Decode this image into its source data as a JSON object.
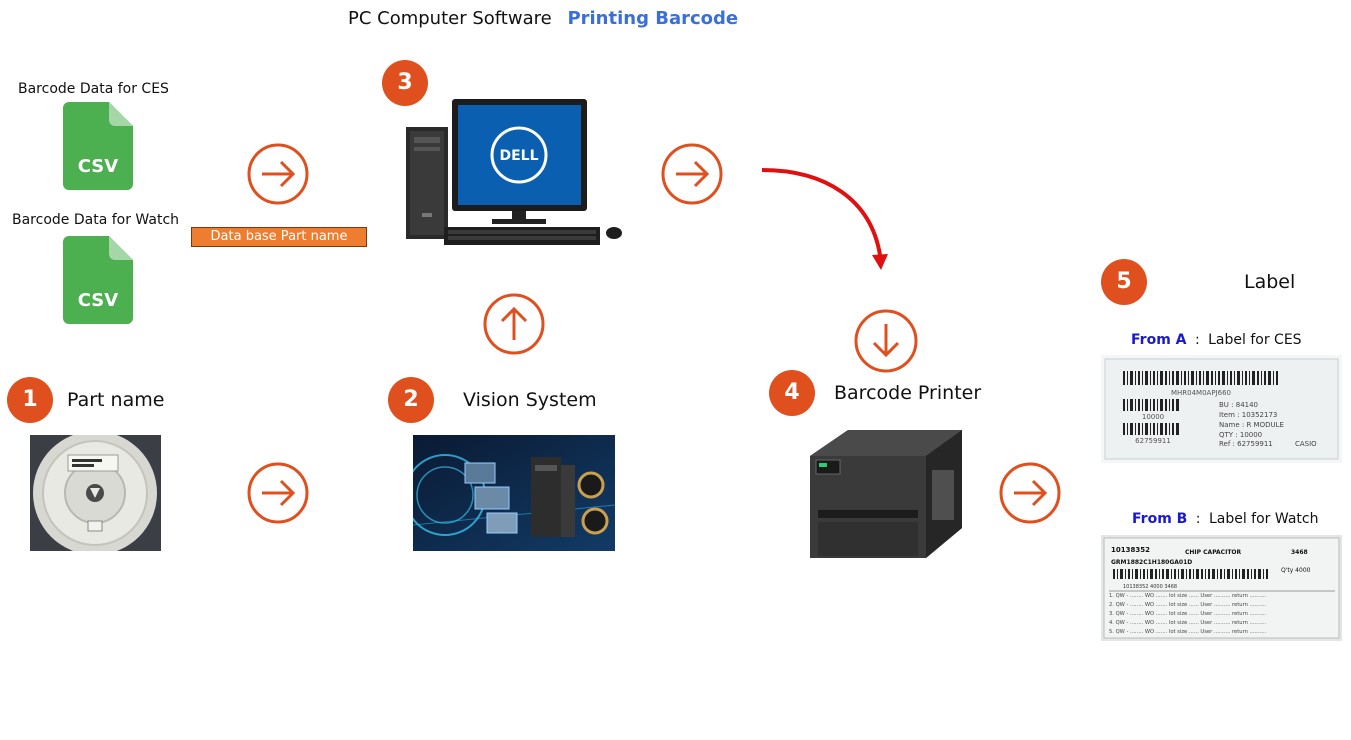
{
  "header": {
    "title": "PC Computer Software",
    "subtitle": "Printing Barcode"
  },
  "inputs": {
    "ces_label": "Barcode Data for CES",
    "watch_label": "Barcode Data for Watch",
    "csv_text": "CSV",
    "db_bar": "Data base Part name"
  },
  "steps": {
    "s1": {
      "num": "1",
      "label": "Part name"
    },
    "s2": {
      "num": "2",
      "label": "Vision System"
    },
    "s3": {
      "num": "3"
    },
    "s4": {
      "num": "4",
      "label": "Barcode Printer"
    },
    "s5": {
      "num": "5",
      "label": "Label"
    }
  },
  "labels": {
    "a": {
      "from": "From A",
      "sep": ":",
      "name": "Label for CES"
    },
    "b": {
      "from": "From B",
      "sep": ":",
      "name": "Label for Watch"
    },
    "ces_card": {
      "code": "MHR04M0APJ660",
      "qty": "10000",
      "barcode2": "62759911",
      "rows": [
        "BU : 84140",
        "Item : 10352173",
        "Name : R MODULE",
        "QTY : 10000",
        "Ref : 62759911"
      ],
      "brand": "CASIO"
    },
    "watch_card": {
      "id": "10138352",
      "type": "CHIP CAPACITOR",
      "code": "3468",
      "part": "GRM1882C1H180GA01D",
      "qty": "Q'ty 4000",
      "barcode_text": "10138352  4000  3468",
      "rows": [
        "1. QW - ........  WO .......  lot size ......  User ..........  return ..........",
        "2. QW - ........  WO .......  lot size ......  User ..........  return ..........",
        "3. QW - ........  WO .......  lot size ......  User ..........  return ..........",
        "4. QW - ........  WO .......  lot size ......  User ..........  return ..........",
        "5. QW - ........  WO .......  lot size ......  User ..........  return .........."
      ]
    }
  },
  "monitor_logo": "DELL",
  "colors": {
    "accent": "#e0501e",
    "csv_green": "#4caf50",
    "db_bar": "#ef7d2f",
    "subtitle_blue": "#3a6fd8",
    "from_blue": "#1a1acc",
    "curve_red": "#e01010"
  }
}
